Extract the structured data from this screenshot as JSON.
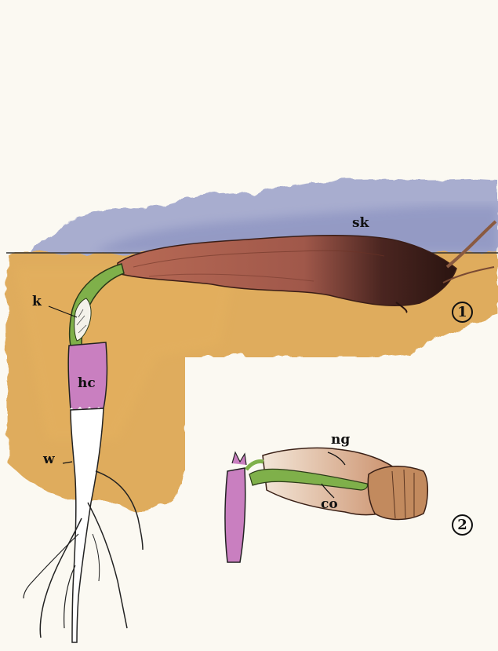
{
  "figure_1": {
    "number": "1",
    "labels": {
      "sk": "sk",
      "k": "k",
      "hc": "hc",
      "w": "w"
    }
  },
  "figure_2": {
    "number": "2",
    "labels": {
      "ng": "ng",
      "co": "co"
    }
  },
  "colors": {
    "paper": "#fbf9f2",
    "sky": "#8d94c4",
    "soil": "#dca24a",
    "seed_coat": "#8a4a3c",
    "seed_dark": "#2e1712",
    "hypocotyl_pink": "#c97fc0",
    "koleoptile_green": "#7fb04a",
    "root_white": "#ffffff"
  }
}
